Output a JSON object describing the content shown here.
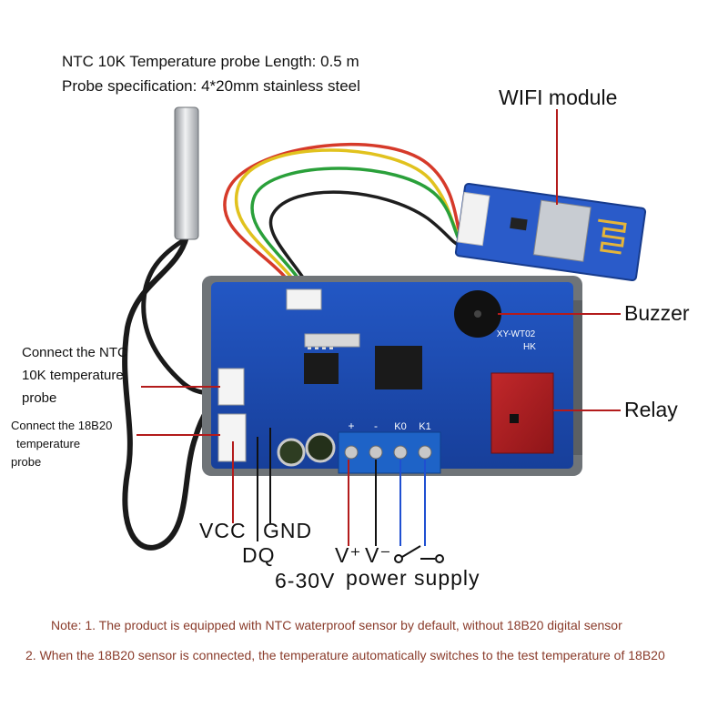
{
  "spec": {
    "line1": "NTC 10K Temperature probe Length: 0.5 m",
    "line2": "Probe specification: 4*20mm stainless steel"
  },
  "callouts": {
    "wifi": "WIFI module",
    "buzzer": "Buzzer",
    "relay": "Relay",
    "ntc": [
      "Connect the NTC",
      "10K temperature",
      "probe"
    ],
    "ds18b20": [
      "Connect the 18B20",
      "temperature",
      "probe"
    ]
  },
  "board": {
    "silkscreen_model": "XY-WT02",
    "silkscreen_hk": "HK",
    "terminal_labels": [
      "+",
      "-",
      "K0",
      "K1"
    ]
  },
  "pins": {
    "vcc": "VCC",
    "gnd": "GND",
    "dq": "DQ",
    "v_plus": "V⁺",
    "v_minus": "V⁻",
    "supply_range": "6-30V",
    "supply_label": "power supply"
  },
  "notes": {
    "line1": "Note: 1. The product is equipped with NTC waterproof sensor by default, without 18B20 digital sensor",
    "line2": "2. When the 18B20 sensor is connected, the temperature automatically switches to the test temperature of 18B20"
  },
  "colors": {
    "callout_line": "#b31b1b",
    "wire_blue": "#1f4fd1",
    "pin_line_black": "#111111",
    "pcb_blue": "#1f4fb8",
    "case_grey": "#6f7478",
    "note_text": "#8a3b2a"
  }
}
